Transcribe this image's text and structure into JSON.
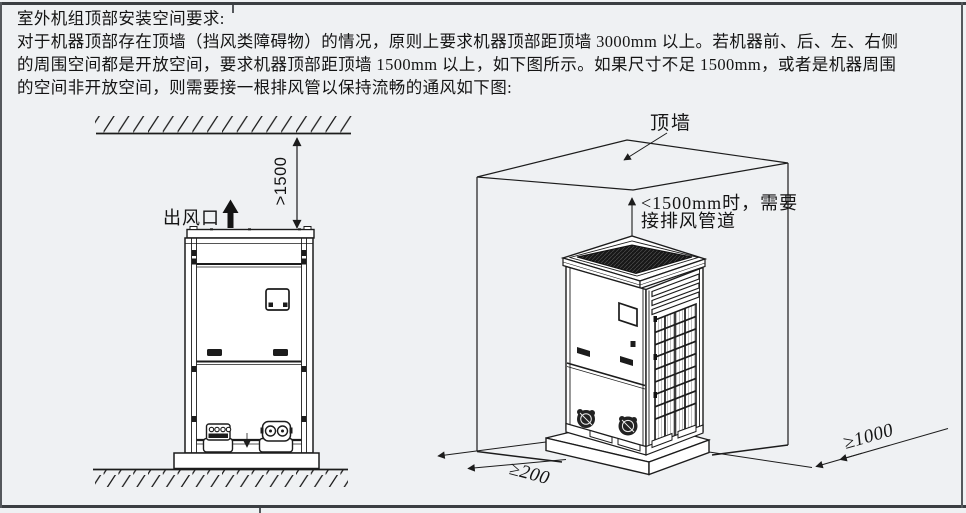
{
  "colors": {
    "background": "#eff1f3",
    "line": "#1c1c1c",
    "border": "#3b3e42",
    "panel": "#ffffff"
  },
  "header": {
    "title": "室外机组顶部安装空间要求:",
    "body_lines": [
      "对于机器顶部存在顶墙（挡风类障碍物）的情况，原则上要求机器顶部距顶墙 3000mm 以上。若机器前、后、左、右侧",
      "的周围空间都是开放空间，要求机器顶部距顶墙 1500mm 以上，如下图所示。如果尺寸不足 1500mm，或者是机器周围",
      "的空间非开放空间，则需要接一根排风管以保持流畅的通风如下图:"
    ]
  },
  "left_diagram": {
    "air_outlet_label": "出风口",
    "top_clearance_label": ">1500"
  },
  "right_diagram": {
    "ceiling_label": "顶墙",
    "note_line1": "<1500mm时，需要",
    "note_line2": "接排风管道",
    "left_clearance_label": "≥200",
    "right_clearance_label": "≥1000"
  }
}
